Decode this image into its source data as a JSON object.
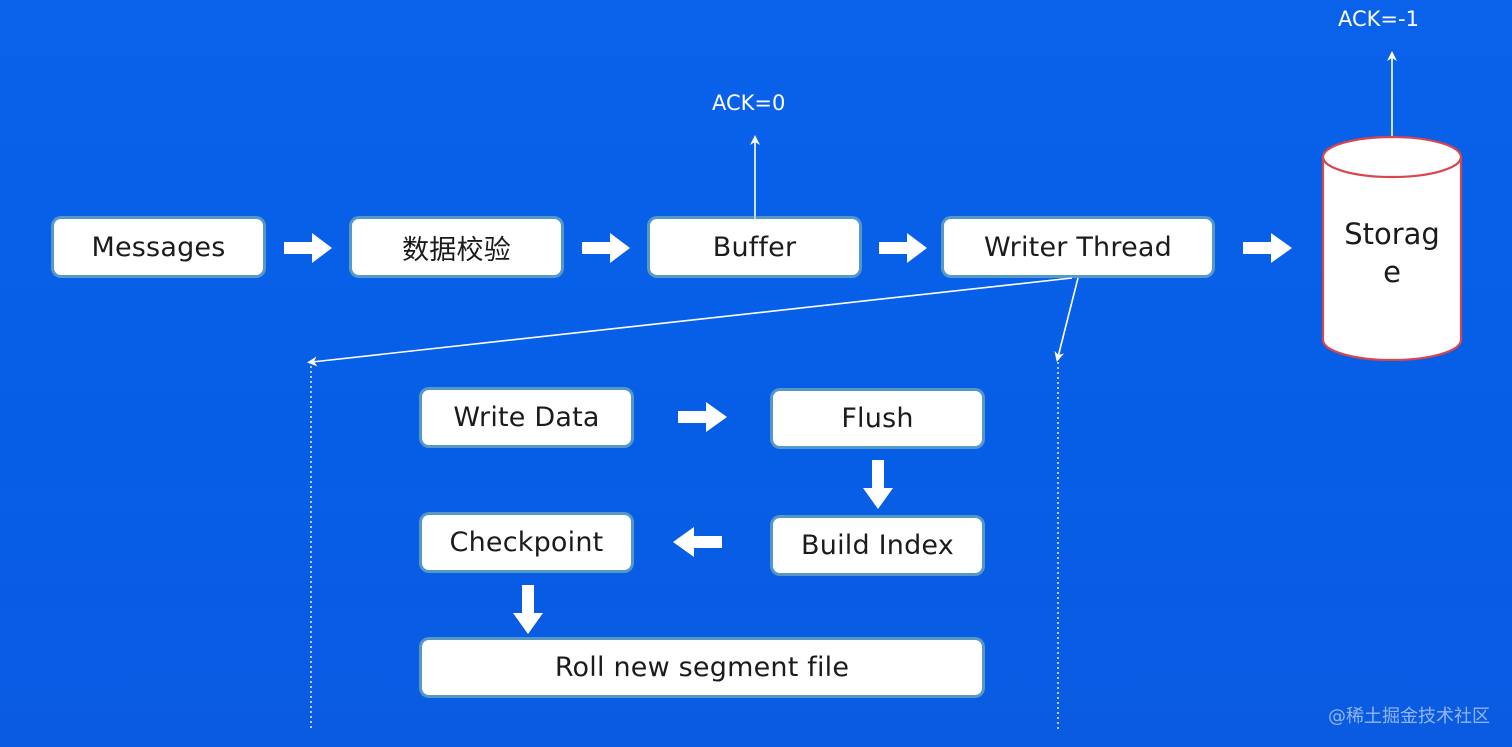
{
  "diagram": {
    "nodes": {
      "messages": "Messages",
      "validate": "数据校验",
      "buffer": "Buffer",
      "writer_thread": "Writer Thread",
      "storage_line1": "Storag",
      "storage_line2": "e",
      "write_data": "Write Data",
      "flush": "Flush",
      "build_index": "Build Index",
      "checkpoint": "Checkpoint",
      "roll_segment": "Roll new segment file"
    },
    "labels": {
      "ack_buffer": "ACK=0",
      "ack_storage": "ACK=-1"
    },
    "colors": {
      "background": "#0a5fe6",
      "node_fill": "#ffffff",
      "node_border": "#96c8aa",
      "arrow": "#ffffff",
      "cursor_dot": "#e8455a"
    }
  },
  "watermark": "@稀土掘金技术社区"
}
